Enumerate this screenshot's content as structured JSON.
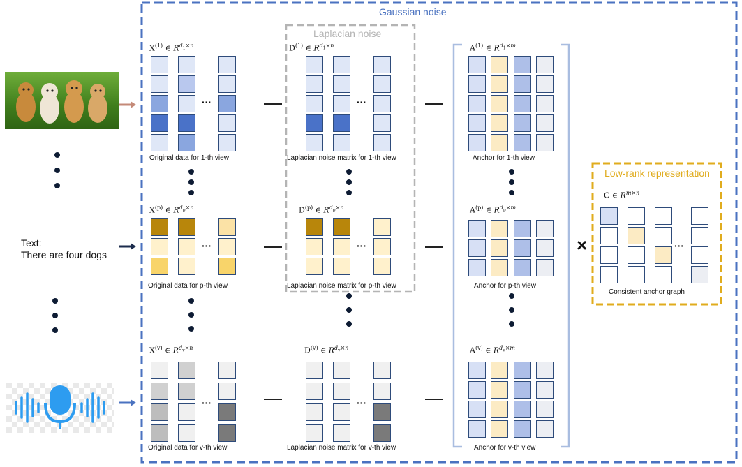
{
  "titles": {
    "gaussian": "Gaussian noise",
    "laplacian": "Laplacian noise",
    "lowrank": "Low-rank representation"
  },
  "text_input": {
    "line1": "Text:",
    "line2": "There are four dogs"
  },
  "rows": [
    {
      "x_sup": "(1)",
      "x_sub": "1",
      "d_sup": "(1)",
      "d_sub": "1",
      "a_sup": "(1)",
      "a_sub": "1",
      "caption_x": "Original data for 1-th view",
      "caption_d": "Laplacian noise matrix for 1-th view",
      "caption_a": "Anchor for 1-th view"
    },
    {
      "x_sup": "(p)",
      "x_sub": "p",
      "d_sup": "(p)",
      "d_sub": "p",
      "a_sup": "(p)",
      "a_sub": "p",
      "caption_x": "Original data for p-th view",
      "caption_d": "Laplacian noise matrix for p-th view",
      "caption_a": "Anchor for p-th view"
    },
    {
      "x_sup": "(v)",
      "x_sub": "v",
      "d_sup": "(v)",
      "d_sub": "v",
      "a_sup": "(v)",
      "a_sub": "v",
      "caption_x": "Original data for v-th view",
      "caption_d": "Laplacian noise matrix for v-th view",
      "caption_a": "Anchor for v-th view"
    }
  ],
  "c_matrix": {
    "label_base": "C",
    "caption": "Consistent anchor graph"
  },
  "symbols": {
    "in": "∈",
    "R": "R",
    "times": "×",
    "n": "n",
    "m": "m",
    "d": "d",
    "X": "X",
    "D": "D",
    "A": "A",
    "mult": "×",
    "ellipsis": "···"
  },
  "colors": {
    "gaussian_border": "#4a72c0",
    "laplacian_border": "#b4b4b4",
    "lowrank_border": "#e0ac1e",
    "anchor_bracket": "#a9bde0"
  }
}
